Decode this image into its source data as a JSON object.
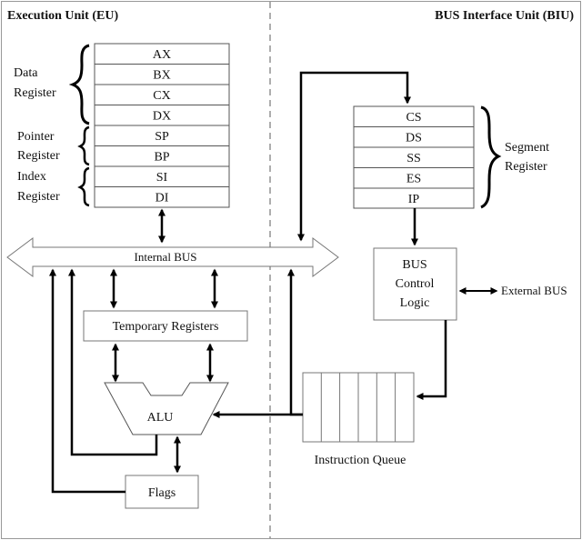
{
  "eu_title": "Execution Unit (EU)",
  "biu_title": "BUS Interface Unit (BIU)",
  "eu_registers": {
    "data": [
      "AX",
      "BX",
      "CX",
      "DX"
    ],
    "pointer": [
      "SP",
      "BP"
    ],
    "index": [
      "SI",
      "DI"
    ]
  },
  "eu_group_labels": {
    "data": [
      "Data",
      "Register"
    ],
    "pointer": [
      "Pointer",
      "Register"
    ],
    "index": [
      "Index",
      "Register"
    ]
  },
  "segment_registers": [
    "CS",
    "DS",
    "SS",
    "ES",
    "IP"
  ],
  "segment_label": [
    "Segment",
    "Register"
  ],
  "internal_bus": "Internal BUS",
  "temporary_registers": "Temporary Registers",
  "alu": "ALU",
  "flags": "Flags",
  "bus_control_logic": [
    "BUS",
    "Control",
    "Logic"
  ],
  "external_bus": "External BUS",
  "instruction_queue": "Instruction Queue"
}
